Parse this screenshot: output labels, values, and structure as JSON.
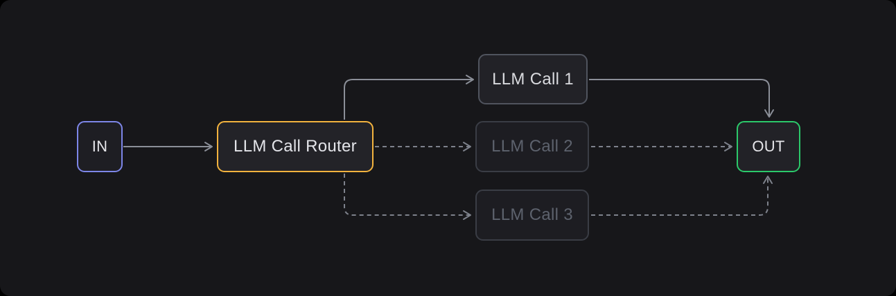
{
  "canvas": {
    "background": "#17171a",
    "page_background": "#000000"
  },
  "nodes": {
    "in": {
      "label": "IN",
      "state": "active",
      "border_color": "#7d86e8",
      "bg_color": "#1e1e23",
      "text_color": "#e6e6ea"
    },
    "router": {
      "label": "LLM Call Router",
      "state": "active",
      "border_color": "#f3b33e",
      "bg_color": "#232328",
      "text_color": "#e3e4e9"
    },
    "call1": {
      "label": "LLM Call 1",
      "state": "active",
      "border_color": "#50545e",
      "bg_color": "#222227",
      "text_color": "#d9dade"
    },
    "call2": {
      "label": "LLM Call 2",
      "state": "inactive",
      "border_color": "#3a3d45",
      "bg_color": "#1d1d22",
      "text_color": "#5d626d"
    },
    "call3": {
      "label": "LLM Call 3",
      "state": "inactive",
      "border_color": "#3a3d45",
      "bg_color": "#1d1d22",
      "text_color": "#5d626d"
    },
    "out": {
      "label": "OUT",
      "state": "active",
      "border_color": "#2bc96a",
      "bg_color": "#222227",
      "text_color": "#e6e6ea"
    }
  },
  "edges": {
    "in_to_router": {
      "from": "IN",
      "to": "LLM Call Router",
      "style": "solid",
      "color": "#8b8f98"
    },
    "router_to_call1": {
      "from": "LLM Call Router",
      "to": "LLM Call 1",
      "style": "solid",
      "color": "#8b8f98"
    },
    "router_to_call2": {
      "from": "LLM Call Router",
      "to": "LLM Call 2",
      "style": "dashed",
      "color": "#7e828c"
    },
    "router_to_call3": {
      "from": "LLM Call Router",
      "to": "LLM Call 3",
      "style": "dashed",
      "color": "#7e828c"
    },
    "call1_to_out": {
      "from": "LLM Call 1",
      "to": "OUT",
      "style": "solid",
      "color": "#8b8f98"
    },
    "call2_to_out": {
      "from": "LLM Call 2",
      "to": "OUT",
      "style": "dashed",
      "color": "#7e828c"
    },
    "call3_to_out": {
      "from": "LLM Call 3",
      "to": "OUT",
      "style": "dashed",
      "color": "#7e828c"
    }
  }
}
